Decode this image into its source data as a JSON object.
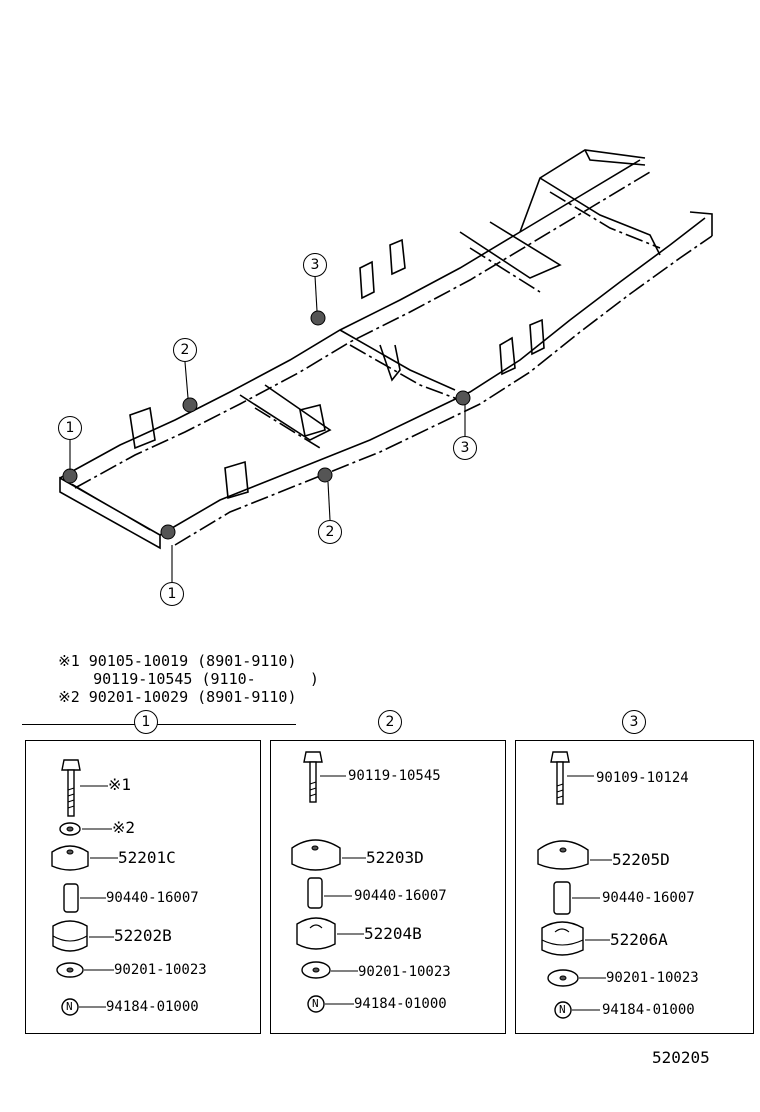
{
  "frame_callouts": {
    "left_front": "1",
    "left_mid": "2",
    "left_rear": "3",
    "right_front": "1",
    "right_mid": "2",
    "right_rear": "3"
  },
  "notes": [
    {
      "marker": "※1",
      "part": "90105-10019",
      "range": "(8901-9110)"
    },
    {
      "marker": "",
      "part": "90119-10545",
      "range": "(9110-      )"
    },
    {
      "marker": "※2",
      "part": "90201-10029",
      "range": "(8901-9110)"
    }
  ],
  "groups": [
    {
      "number": "1",
      "labels": {
        "bolt": "※1",
        "washer_top": "※2",
        "cushion_upper": "52201C",
        "collar": "90440-16007",
        "cushion_lower": "52202B",
        "washer": "90201-10023",
        "nut": "94184-01000"
      }
    },
    {
      "number": "2",
      "labels": {
        "bolt": "90119-10545",
        "cushion_upper": "52203D",
        "collar": "90440-16007",
        "cushion_lower": "52204B",
        "washer": "90201-10023",
        "nut": "94184-01000"
      }
    },
    {
      "number": "3",
      "labels": {
        "bolt": "90109-10124",
        "cushion_upper": "52205D",
        "collar": "90440-16007",
        "cushion_lower": "52206A",
        "washer": "90201-10023",
        "nut": "94184-01000"
      }
    }
  ],
  "nut_symbol": "N",
  "figure_number": "520205"
}
